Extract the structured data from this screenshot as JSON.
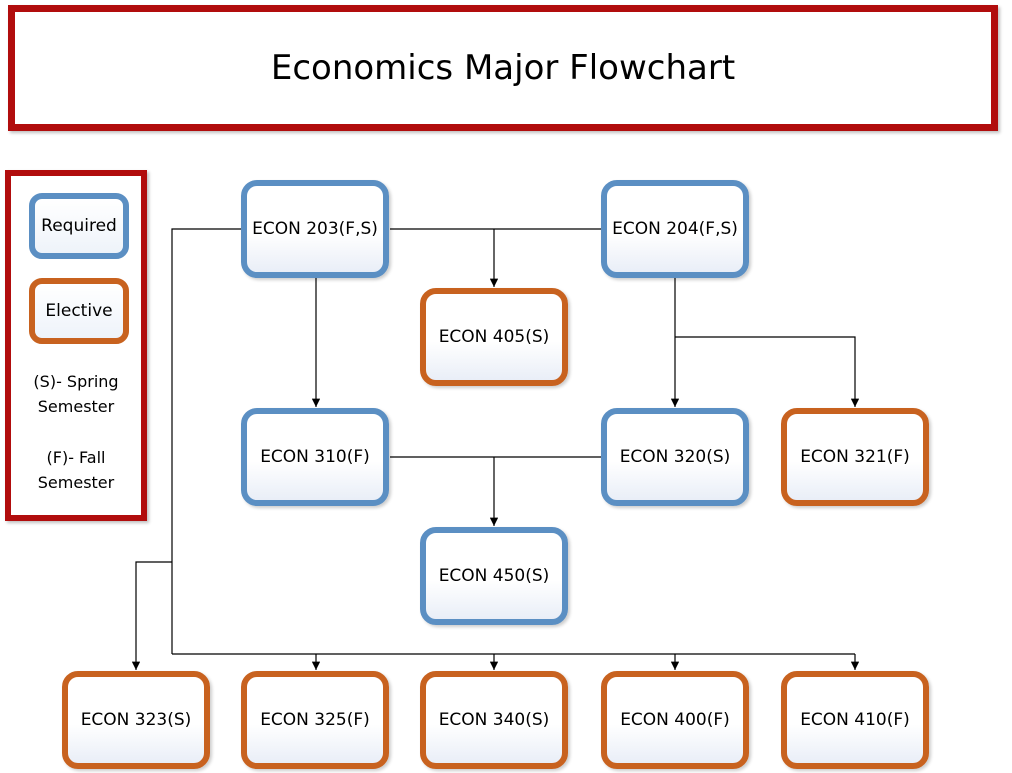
{
  "title": "Economics Major Flowchart",
  "legend": {
    "required_label": "Required",
    "elective_label": "Elective",
    "spring_line1": "(S)- Spring",
    "spring_line2": "Semester",
    "fall_line1": "(F)- Fall",
    "fall_line2": "Semester"
  },
  "colors": {
    "required": "#5b8fc3",
    "elective": "#c8621f",
    "frame": "#b10d0d"
  },
  "nodes": {
    "econ203": "ECON 203(F,S)",
    "econ204": "ECON 204(F,S)",
    "econ405": "ECON 405(S)",
    "econ310": "ECON 310(F)",
    "econ320": "ECON 320(S)",
    "econ321": "ECON 321(F)",
    "econ450": "ECON 450(S)",
    "econ323": "ECON 323(S)",
    "econ325": "ECON 325(F)",
    "econ340": "ECON 340(S)",
    "econ400": "ECON 400(F)",
    "econ410": "ECON 410(F)"
  }
}
